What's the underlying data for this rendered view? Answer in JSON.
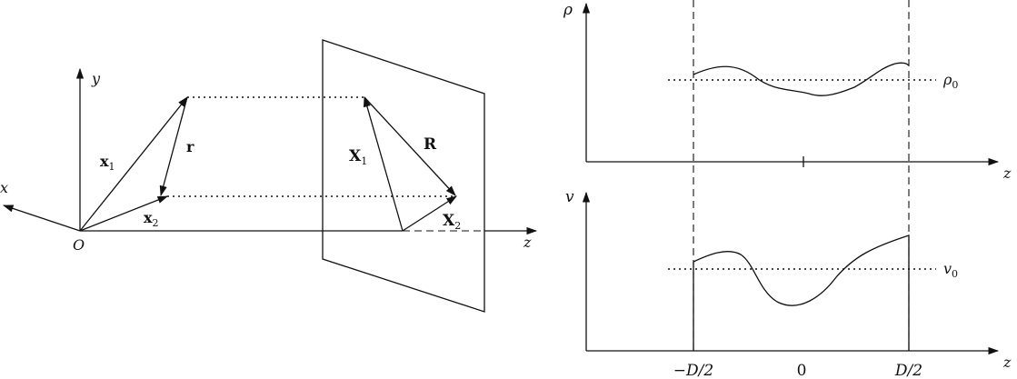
{
  "left_diagram": {
    "axis_labels": {
      "y": "y",
      "x": "x",
      "z": "z",
      "origin": "O"
    },
    "vectors": {
      "x1": "x",
      "x1_sub": "1",
      "x2": "x",
      "x2_sub": "2",
      "r": "r",
      "X1": "X",
      "X1_sub": "1",
      "X2": "X",
      "X2_sub": "2",
      "R": "R"
    }
  },
  "rho_plot": {
    "ylabel": "ρ",
    "xlabel": "z",
    "ref_label": "ρ",
    "ref_sub": "0"
  },
  "v_plot": {
    "ylabel": "v",
    "xlabel": "z",
    "ref_label": "v",
    "ref_sub": "0"
  },
  "x_ticks": [
    "−D/2",
    "0",
    "D/2"
  ]
}
